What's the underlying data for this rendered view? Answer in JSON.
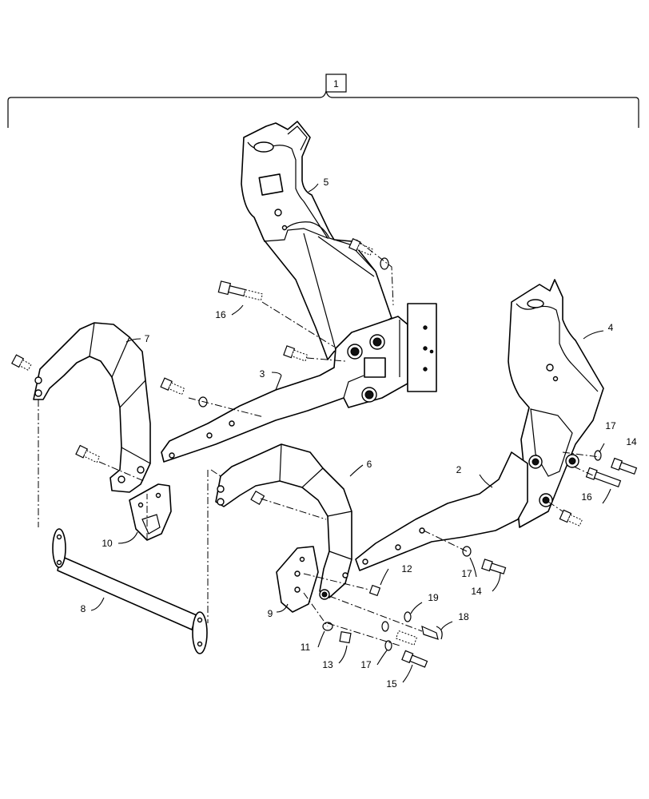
{
  "assembly": {
    "number": "1"
  },
  "callouts": {
    "c2": "2",
    "c3": "3",
    "c4": "4",
    "c5": "5",
    "c6": "6",
    "c7": "7",
    "c8": "8",
    "c9": "9",
    "c10": "10",
    "c11": "11",
    "c12": "12",
    "c13": "13",
    "c14a": "14",
    "c14b": "14",
    "c15": "15",
    "c16a": "16",
    "c16b": "16",
    "c17a": "17",
    "c17b": "17",
    "c17c": "17",
    "c18": "18",
    "c19": "19"
  }
}
